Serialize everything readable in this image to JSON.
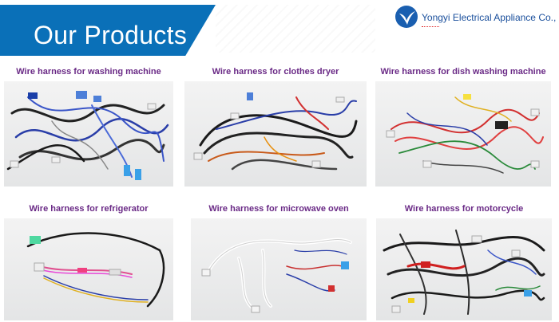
{
  "header": {
    "title": "Our Products",
    "company": "Yongyi Electrical Appliance Co., Ltd.",
    "logo_icon": "swallow-logo-icon",
    "brand_color": "#0a70b8"
  },
  "products": [
    {
      "label": "Wire harness for washing machine",
      "image": "washing-machine-harness-photo"
    },
    {
      "label": "Wire harness for clothes dryer",
      "image": "clothes-dryer-harness-photo"
    },
    {
      "label": "Wire harness for dish washing machine",
      "image": "dish-washing-machine-harness-photo"
    },
    {
      "label": "Wire harness for refrigerator",
      "image": "refrigerator-harness-photo"
    },
    {
      "label": "Wire harness for microwave oven",
      "image": "microwave-oven-harness-photo"
    },
    {
      "label": "Wire harness for motorcycle",
      "image": "motorcycle-harness-photo"
    }
  ],
  "colors": {
    "title_text": "#6a2a86",
    "banner": "#0a70b8",
    "company_text": "#1a4f9c"
  }
}
